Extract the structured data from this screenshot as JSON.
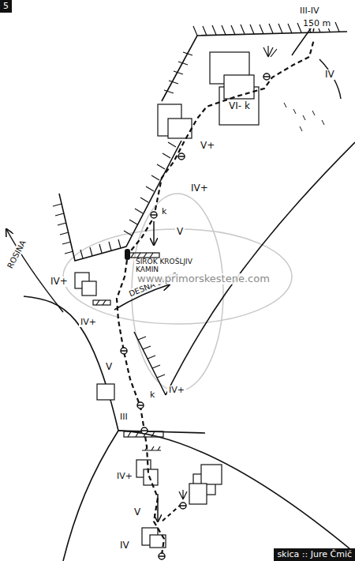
{
  "diagram": {
    "labels": [
      "5",
      "III-IV",
      "150 m",
      "IV",
      "VI- k",
      "V+",
      "IV+",
      "k",
      "V",
      "ŠIROK KROŠLJIV KAMIN",
      "ROSINA",
      "IV+",
      "DESNA SMER",
      "IV+",
      "V",
      "k",
      "IV+",
      "III",
      "IV+",
      "V",
      "IV",
      "www.primorskestene.com",
      "skica :: Jure Čmič"
    ]
  }
}
